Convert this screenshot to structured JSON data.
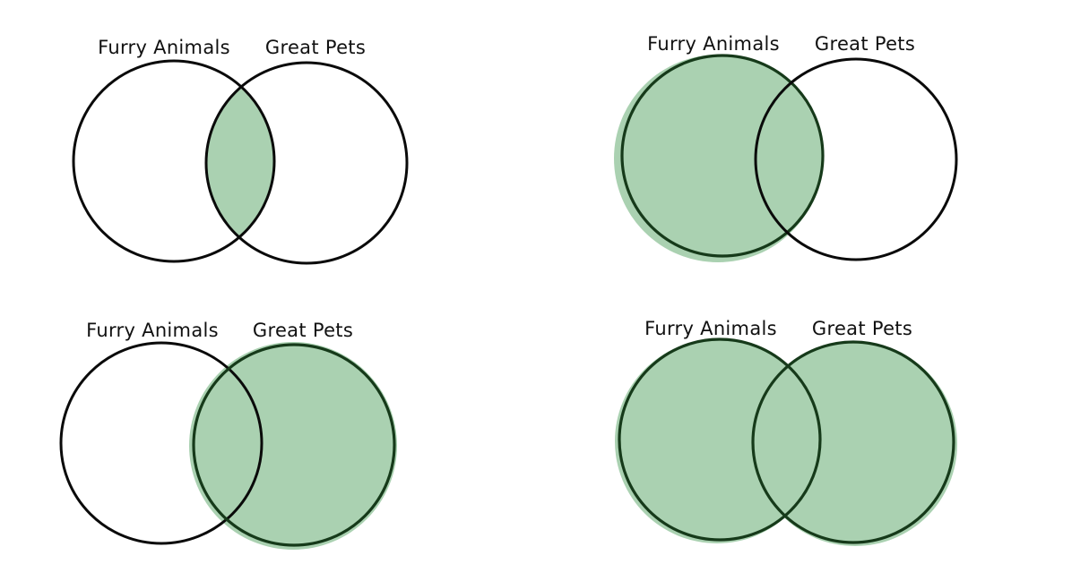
{
  "labels": {
    "left": "Furry Animals",
    "right": "Great Pets"
  },
  "colors": {
    "shade": "#aad1b1",
    "outline": "#0a0a0a",
    "shaded_outline": "#163a1a",
    "background": "#ffffff"
  },
  "diagrams": [
    {
      "id": "intersection",
      "shaded_region": "intersection",
      "left_label": "Furry Animals",
      "right_label": "Great Pets"
    },
    {
      "id": "left-only",
      "shaded_region": "left",
      "left_label": "Furry Animals",
      "right_label": "Great Pets"
    },
    {
      "id": "right-only",
      "shaded_region": "right",
      "left_label": "Furry Animals",
      "right_label": "Great Pets"
    },
    {
      "id": "union",
      "shaded_region": "union",
      "left_label": "Furry Animals",
      "right_label": "Great Pets"
    }
  ]
}
